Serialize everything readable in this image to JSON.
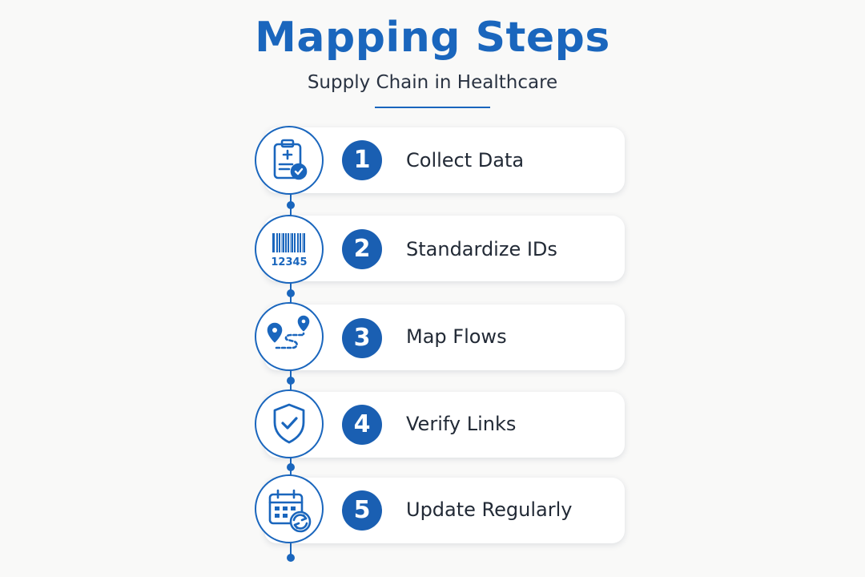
{
  "header": {
    "title": "Mapping Steps",
    "subtitle": "Supply Chain in Healthcare"
  },
  "colors": {
    "accent": "#1a66bd",
    "badge": "#1a5fb2",
    "label_text": "#222a36",
    "background": "#f9f9f8",
    "card": "#ffffff"
  },
  "steps": [
    {
      "number": "1",
      "label": "Collect Data",
      "icon": "clipboard-check-icon"
    },
    {
      "number": "2",
      "label": "Standardize IDs",
      "icon": "barcode-icon",
      "icon_text": "12345"
    },
    {
      "number": "3",
      "label": "Map Flows",
      "icon": "map-route-icon"
    },
    {
      "number": "4",
      "label": "Verify Links",
      "icon": "shield-check-icon"
    },
    {
      "number": "5",
      "label": "Update Regularly",
      "icon": "calendar-refresh-icon"
    }
  ]
}
